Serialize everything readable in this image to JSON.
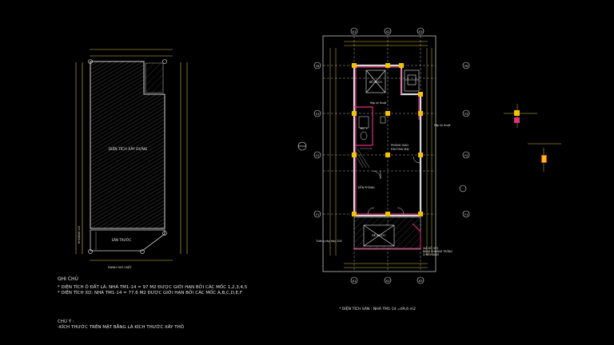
{
  "colors": {
    "background": "#000000",
    "wall": "#d9d9d9",
    "column": "#f2c200",
    "dim": "#d8c34a",
    "accent": "#e0307a",
    "text": "#e6e6e6",
    "hatch": "#8a8a8a",
    "frame": "#bdbdbd"
  },
  "site_plan": {
    "area_label": "DIỆN TÍCH XÂY DỰNG",
    "yard_label": "SÂN TRƯỚC",
    "boundary_label": "RANH GIỚI ĐẤT",
    "setback_label": "KHOẢNG LÙI"
  },
  "notes": {
    "heading": "GHI CHÚ",
    "line1": "* DIỆN TÍCH  Ô ĐẤT LÀ: NHÀ TM1-14 = 97 M2 ĐƯỢC GIỚI HẠN BỞI CÁC MỐC 1,2,3,4,5",
    "line2": "* DIỆN TÍCH XD: NHÀ TM1-14 = 77,6 M2 ĐƯỢC GIỚI HẠN BỞI CÁC MỐC A,B,C,D,E,F",
    "heading2": "CHÚ Ý :",
    "line3": "-KÍCH THƯỚC TRÊN MẶT BẰNG LÀ KÍCH THƯỚC XÂY THÔ"
  },
  "floor_plan": {
    "grid_x": [
      "X1",
      "X2",
      "X3"
    ],
    "grid_y": [
      "Y6",
      "Y5",
      "Y4",
      "Y3",
      "Y2",
      "Y1"
    ],
    "rooms": {
      "tank": "BỂ NƯỚC\nNGẦM",
      "wc": "WC 1",
      "shop": "PHÒNG GIAO\nTHƯƠNG MẠI",
      "lobby": "TIỀN PHÒNG",
      "tank2": "BỂ NƯỚC"
    },
    "tech_label": "Hộp kỹ thuật",
    "tech_label2": "Hộp kỹ thuật",
    "wall_note": "Tường xây dày 200",
    "sign_note": "GIÁ ĐỠ VỚI\nBẢNG KHOẢNG TRỐNG\nCHIẾU SÁNG",
    "area_caption": "* DIỆN TÍCH SÀN : NHÀ TM1-14 =69,6 m2"
  }
}
